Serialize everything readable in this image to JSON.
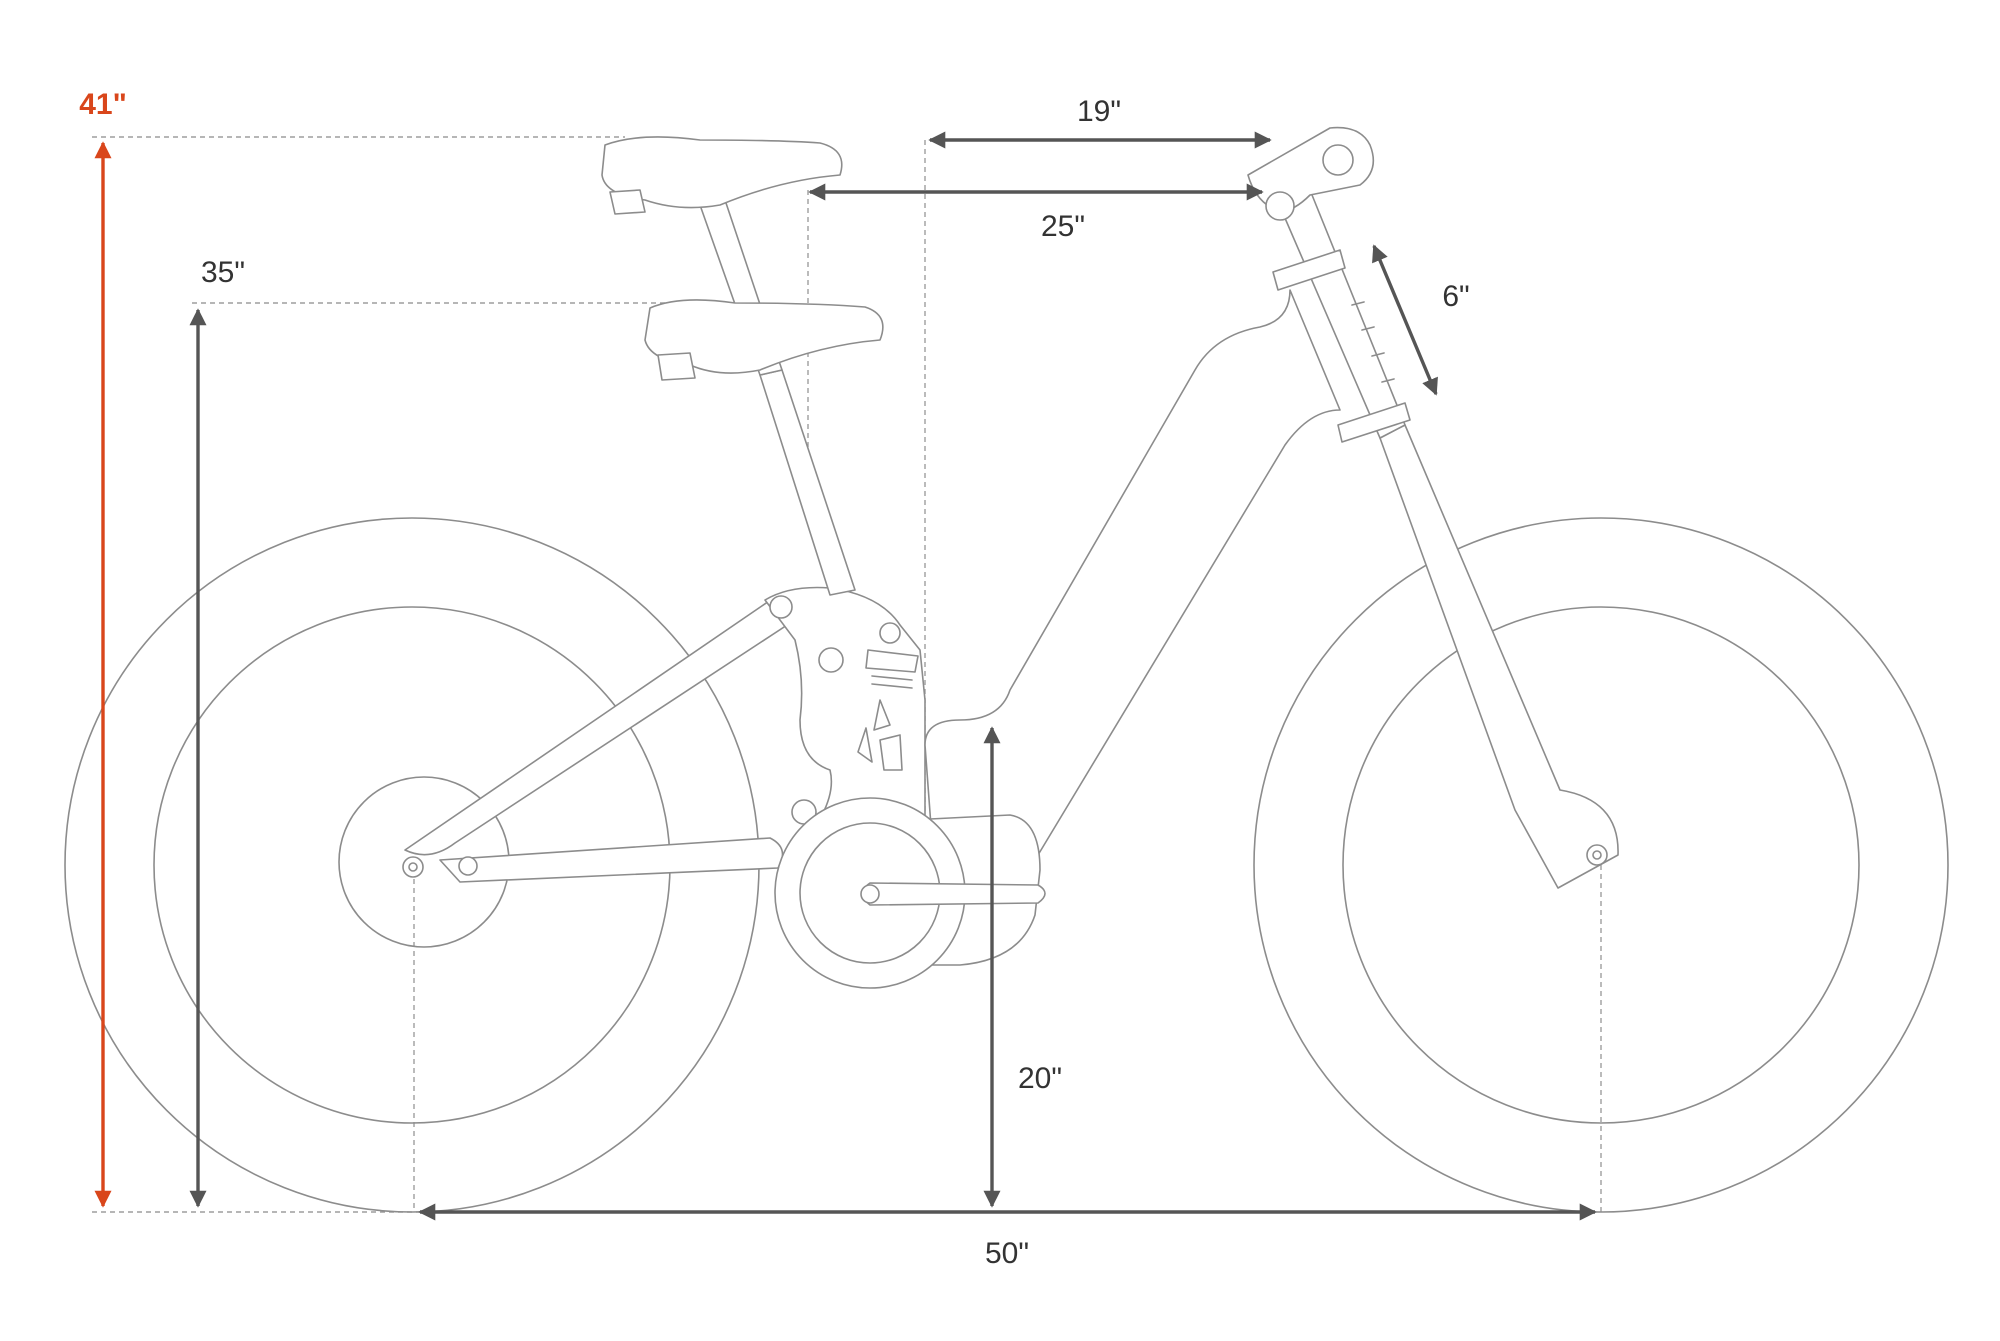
{
  "colors": {
    "accent": "#d9461b",
    "dimension": "#555555",
    "outline": "#8c8c8c",
    "guide": "#9e9e9e",
    "background": "#ffffff"
  },
  "dimensions": {
    "overall_height": "41\"",
    "saddle_height": "35\"",
    "handlebar_reach_short": "19\"",
    "handlebar_reach_long": "25\"",
    "stem_adjust": "6\"",
    "step_over": "20\"",
    "wheelbase": "50\""
  }
}
